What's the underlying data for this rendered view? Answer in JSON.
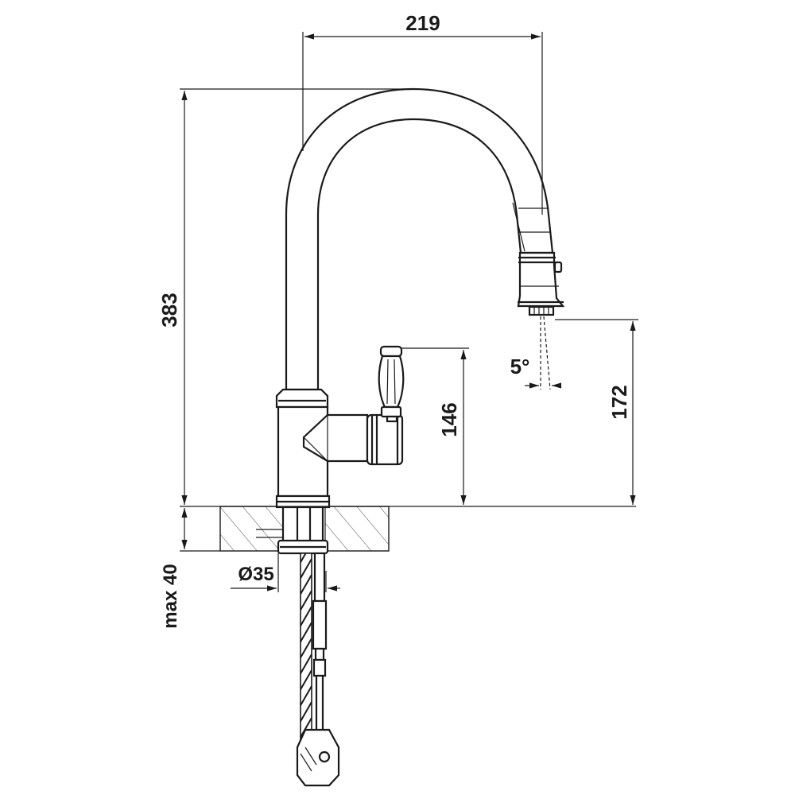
{
  "dimensions": {
    "width": "219",
    "height": "383",
    "handle_height": "146",
    "outlet_height": "172",
    "angle": "5°",
    "hole_diameter": "Ø35",
    "deck_thickness": "max 40"
  },
  "colors": {
    "line": "#1a1a1a",
    "background": "#ffffff"
  }
}
